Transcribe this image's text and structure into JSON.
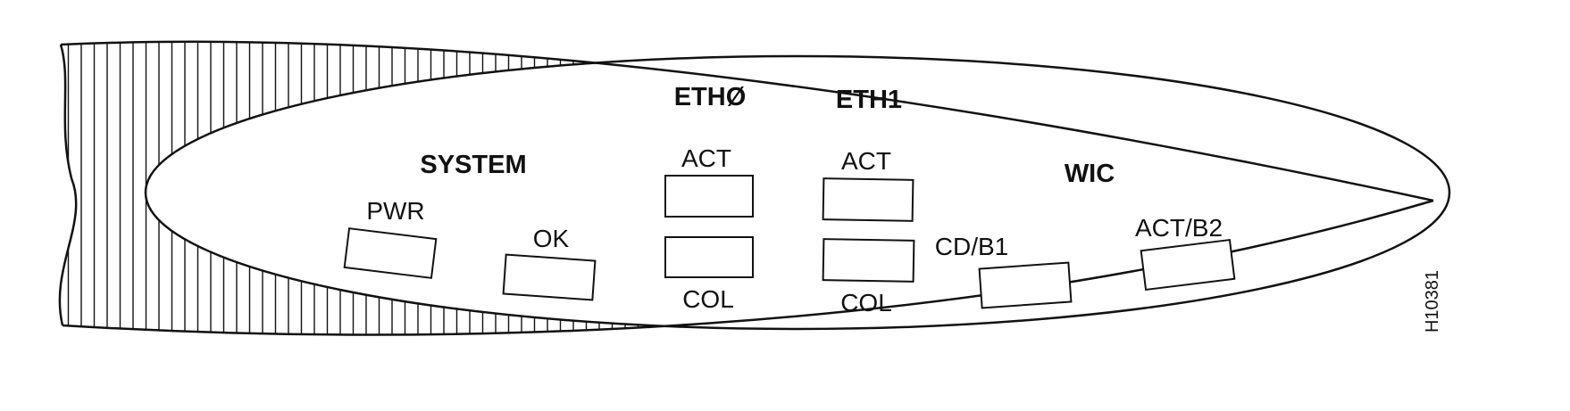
{
  "panel": {
    "groups": {
      "system": "SYSTEM",
      "eth0": "ETHØ",
      "eth1": "ETH1",
      "wic": "WIC"
    },
    "leds": {
      "pwr": "PWR",
      "ok": "OK",
      "eth0_act": "ACT",
      "eth0_col": "COL",
      "eth1_act": "ACT",
      "eth1_col": "COL",
      "cd_b1": "CD/B1",
      "act_b2": "ACT/B2"
    }
  },
  "figure_id": "H10381"
}
